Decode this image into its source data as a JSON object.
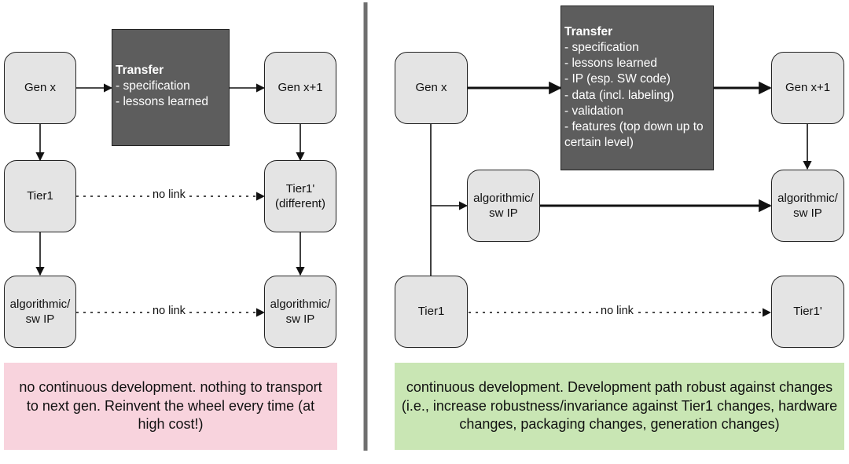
{
  "colors": {
    "node_fill": "#e4e4e4",
    "transfer_fill": "#5d5d5d",
    "left_note_fill": "#f8d3dd",
    "right_note_fill": "#c9e6b4",
    "divider": "#6f6f6f"
  },
  "left": {
    "gen_x": "Gen x",
    "transfer_title": "Transfer",
    "transfer_items": [
      "- specification",
      "- lessons learned"
    ],
    "gen_x1": "Gen x+1",
    "tier1": "Tier1",
    "tier1_prime": "Tier1'\n(different)",
    "alg_ip": "algorithmic/\nsw IP",
    "alg_ip_prime": "algorithmic/\nsw IP",
    "no_link_1": "no link",
    "no_link_2": "no link",
    "note": "no continuous development. nothing to transport to next gen. Reinvent the wheel every time (at high cost!)"
  },
  "right": {
    "gen_x": "Gen x",
    "transfer_title": "Transfer",
    "transfer_items": [
      "- specification",
      "- lessons learned",
      "- IP (esp. SW code)",
      "- data (incl. labeling)",
      "- validation",
      "- features (top down up to certain level)"
    ],
    "gen_x1": "Gen x+1",
    "alg_ip": "algorithmic/\nsw IP",
    "alg_ip_prime": "algorithmic/\nsw IP",
    "tier1": "Tier1",
    "tier1_prime": "Tier1'",
    "no_link": "no link",
    "note": "continuous development. Development path robust against changes (i.e., increase robustness/invariance against Tier1 changes, hardware changes, packaging changes, generation changes)"
  }
}
